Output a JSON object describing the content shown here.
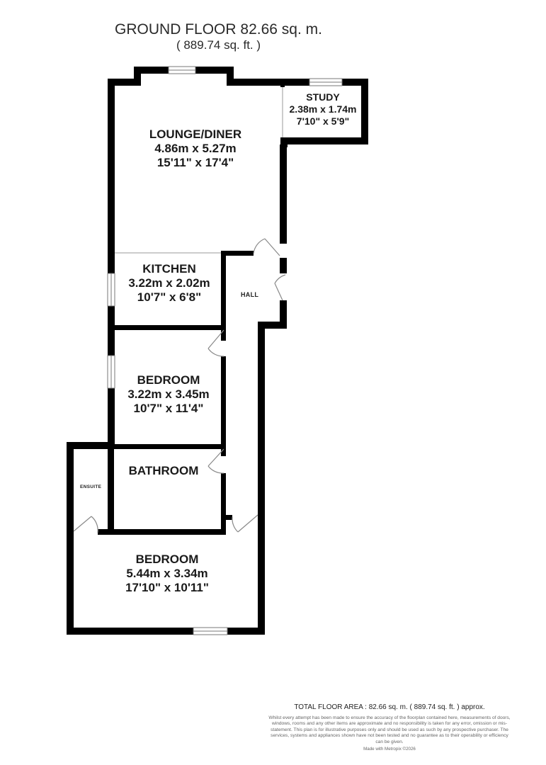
{
  "header": {
    "title": "GROUND FLOOR 82.66 sq. m.",
    "subtitle": "( 889.74 sq. ft. )"
  },
  "rooms": {
    "lounge_diner": {
      "name": "LOUNGE/DINER",
      "metric": "4.86m x 5.27m",
      "imperial": "15'11\" x 17'4\""
    },
    "study": {
      "name": "STUDY",
      "metric": "2.38m x 1.74m",
      "imperial": "7'10\" x 5'9\""
    },
    "kitchen": {
      "name": "KITCHEN",
      "metric": "3.22m x 2.02m",
      "imperial": "10'7\" x 6'8\""
    },
    "hall": {
      "name": "HALL"
    },
    "bedroom_1": {
      "name": "BEDROOM",
      "metric": "3.22m x 3.45m",
      "imperial": "10'7\" x 11'4\""
    },
    "bathroom": {
      "name": "BATHROOM"
    },
    "ensuite": {
      "name": "ENSUITE"
    },
    "bedroom_2": {
      "name": "BEDROOM",
      "metric": "5.44m x 3.34m",
      "imperial": "17'10\" x 10'11\""
    }
  },
  "footer": {
    "total": "TOTAL FLOOR AREA : 82.66 sq. m. ( 889.74 sq. ft. ) approx.",
    "disclaimer": "Whilst every attempt has been made to ensure the accuracy of the floorplan contained here, measurements of doors, windows, rooms and any other items are approximate and no responsibility is taken for any error, omission or mis-statement. This plan is for illustrative purposes only and should be used as such by any prospective purchaser. The services, systems and appliances shown have not been tested and no guarantee as to their operability or efficiency can be given.",
    "credit": "Made with Metropix ©2026"
  },
  "colors": {
    "wall": "#000000",
    "door_line": "#888888",
    "window": "#ffffff"
  }
}
